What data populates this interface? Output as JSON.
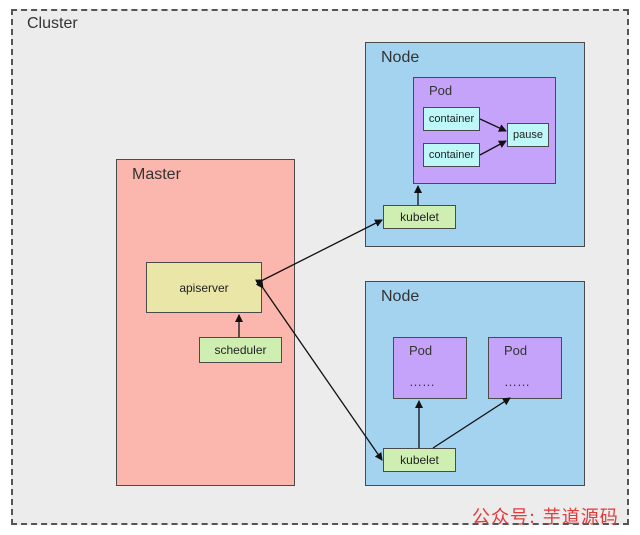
{
  "cluster": {
    "label": "Cluster"
  },
  "master": {
    "label": "Master",
    "apiserver": "apiserver",
    "scheduler": "scheduler"
  },
  "node_top": {
    "label": "Node",
    "pod": {
      "label": "Pod",
      "container_1": "container",
      "container_2": "container",
      "pause": "pause"
    },
    "kubelet": "kubelet"
  },
  "node_bottom": {
    "label": "Node",
    "pod_1": {
      "label": "Pod",
      "content": "……"
    },
    "pod_2": {
      "label": "Pod",
      "content": "……"
    },
    "kubelet": "kubelet"
  },
  "watermark": "公众号: 芋道源码"
}
